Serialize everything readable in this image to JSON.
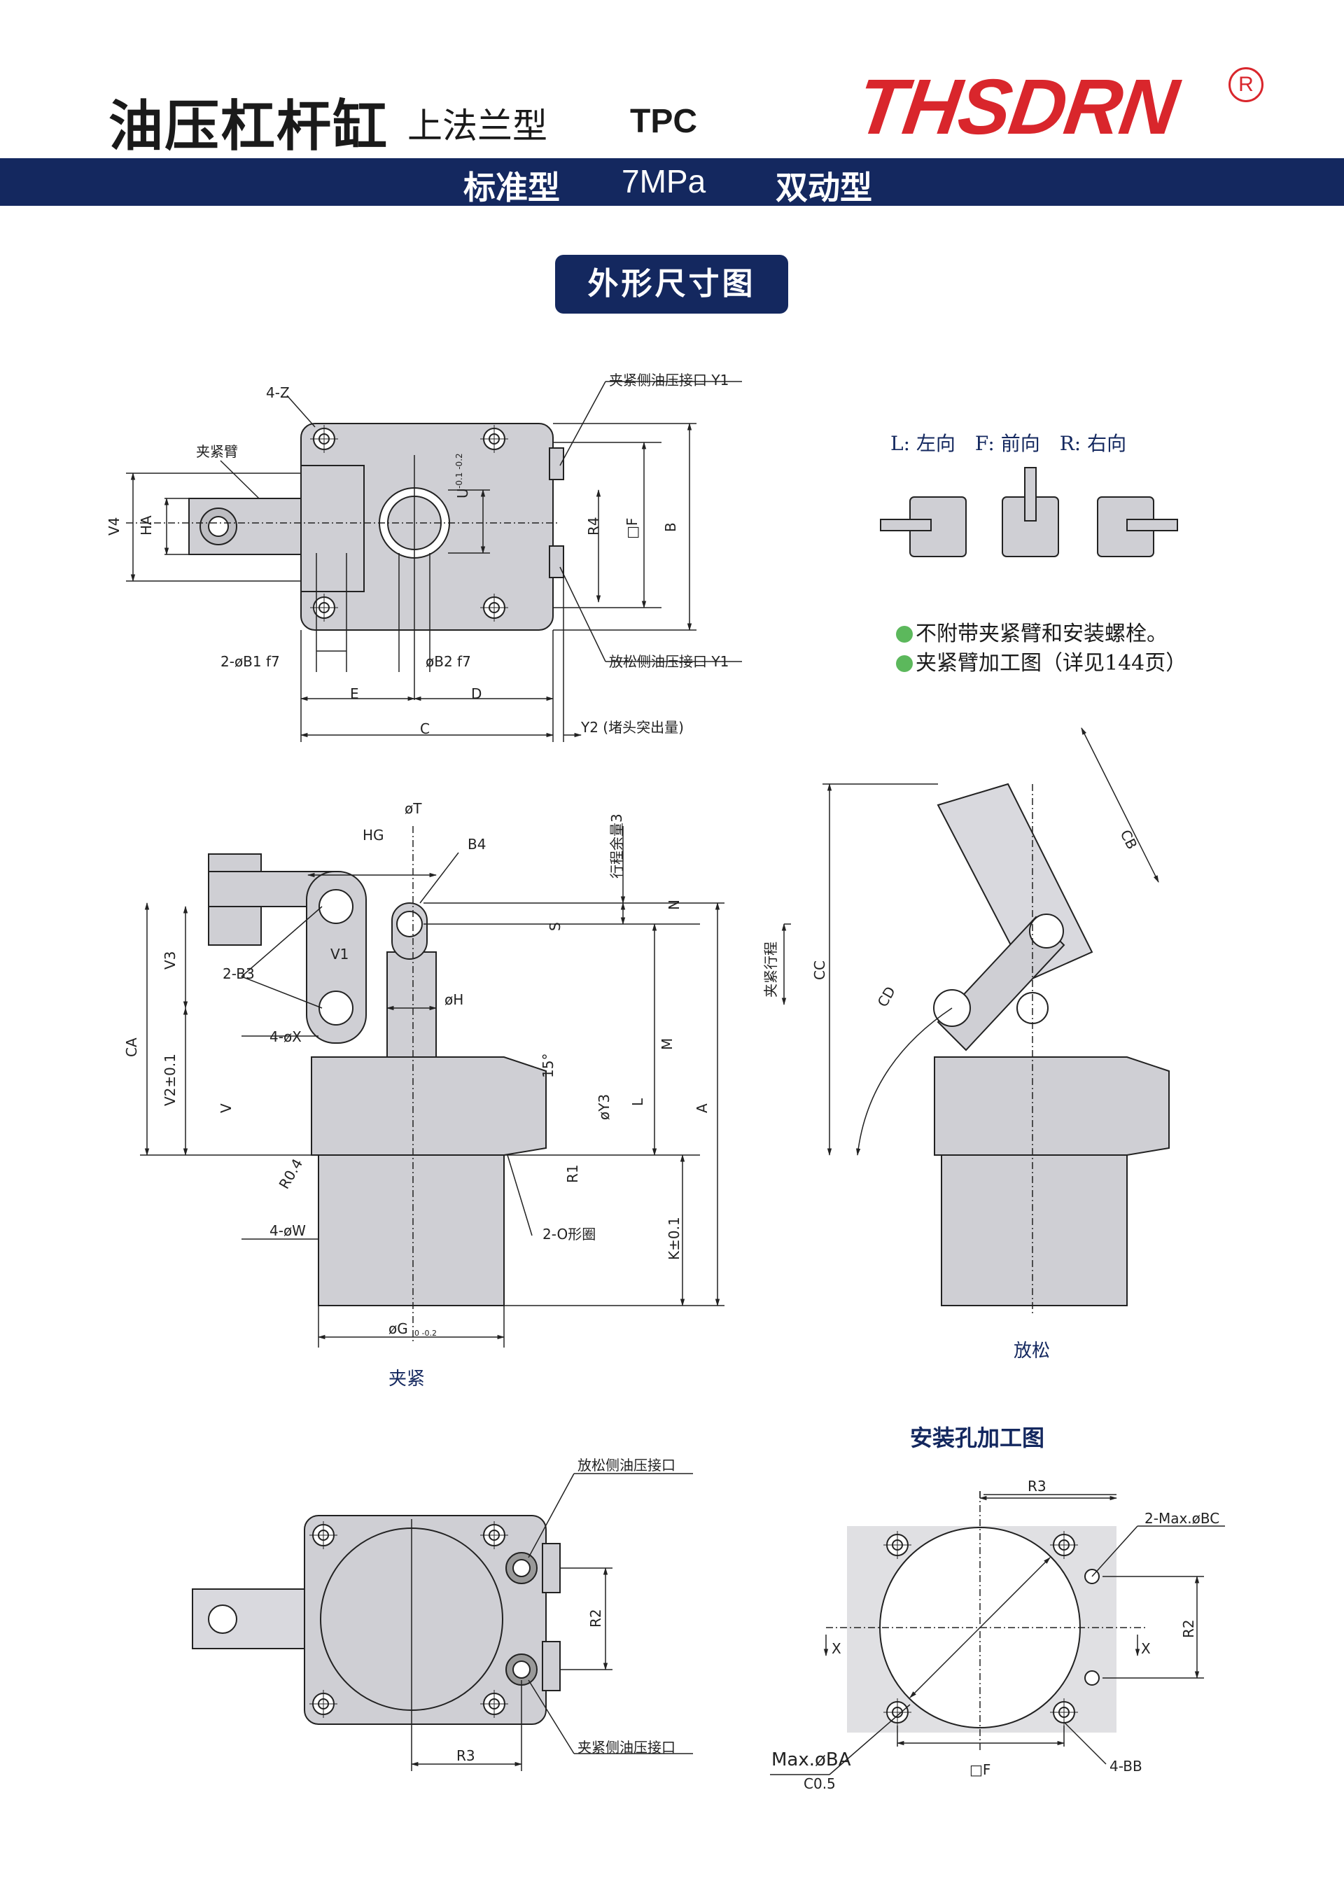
{
  "header": {
    "title": "油压杠杆缸",
    "subtitle": "上法兰型",
    "model": "TPC",
    "brand": "THSDRN",
    "registered_mark": "R"
  },
  "banner": {
    "type": "标准型",
    "pressure": "7MPa",
    "action": "双动型"
  },
  "section_title": "外形尺寸图",
  "direction_legend": "L: 左向　F: 前向　R: 右向",
  "notes": [
    "不附带夹紧臂和安装螺栓。",
    "夹紧臂加工图（详见144页）"
  ],
  "view_labels": {
    "clamp": "夹紧",
    "release": "放松",
    "mount_title": "安装孔加工图"
  },
  "top_view": {
    "z": "4-Z",
    "arm": "夹紧臂",
    "port_y1_clamp": "夹紧侧油压接口 Y1",
    "port_y1_release": "放松侧油压接口 Y1",
    "v4": "V4",
    "ha": "HA",
    "r4": "R4",
    "f": "□F",
    "b": "B",
    "u": "U",
    "u_tol": "-0.1 -0.2",
    "b1": "2-øB1 f7",
    "b2": "øB2 f7",
    "e": "E",
    "d": "D",
    "c": "C",
    "y2": "Y2 (堵头突出量)"
  },
  "side_view": {
    "t": "øT",
    "hg": "HG",
    "b4": "B4",
    "stroke_margin": "行程余量3",
    "n": "N",
    "s": "S",
    "v3": "V3",
    "b3": "2-B3",
    "v1": "V1",
    "h": "øH",
    "x": "4-øX",
    "ca": "CA",
    "v2": "V2±0.1",
    "v": "V",
    "m": "M",
    "a": "A",
    "deg15": "15°",
    "y3": "øY3",
    "l": "L",
    "r04": "R0.4",
    "r1": "R1",
    "w": "4-øW",
    "o_ring": "2-O形圈",
    "k": "K±0.1",
    "g": "øG",
    "g_tol": "0 -0.2"
  },
  "release_view": {
    "stroke": "夹紧行程",
    "cc": "CC",
    "cd": "CD",
    "cb": "CB"
  },
  "bottom_view": {
    "port_release": "放松侧油压接口",
    "port_clamp": "夹紧侧油压接口",
    "r2": "R2",
    "r3": "R3"
  },
  "mount_view": {
    "r3": "R3",
    "bc": "2-Max.øBC",
    "r2": "R2",
    "x": "X",
    "ba": "Max.øBA",
    "c05": "C0.5",
    "f": "□F",
    "bb": "4-BB"
  }
}
